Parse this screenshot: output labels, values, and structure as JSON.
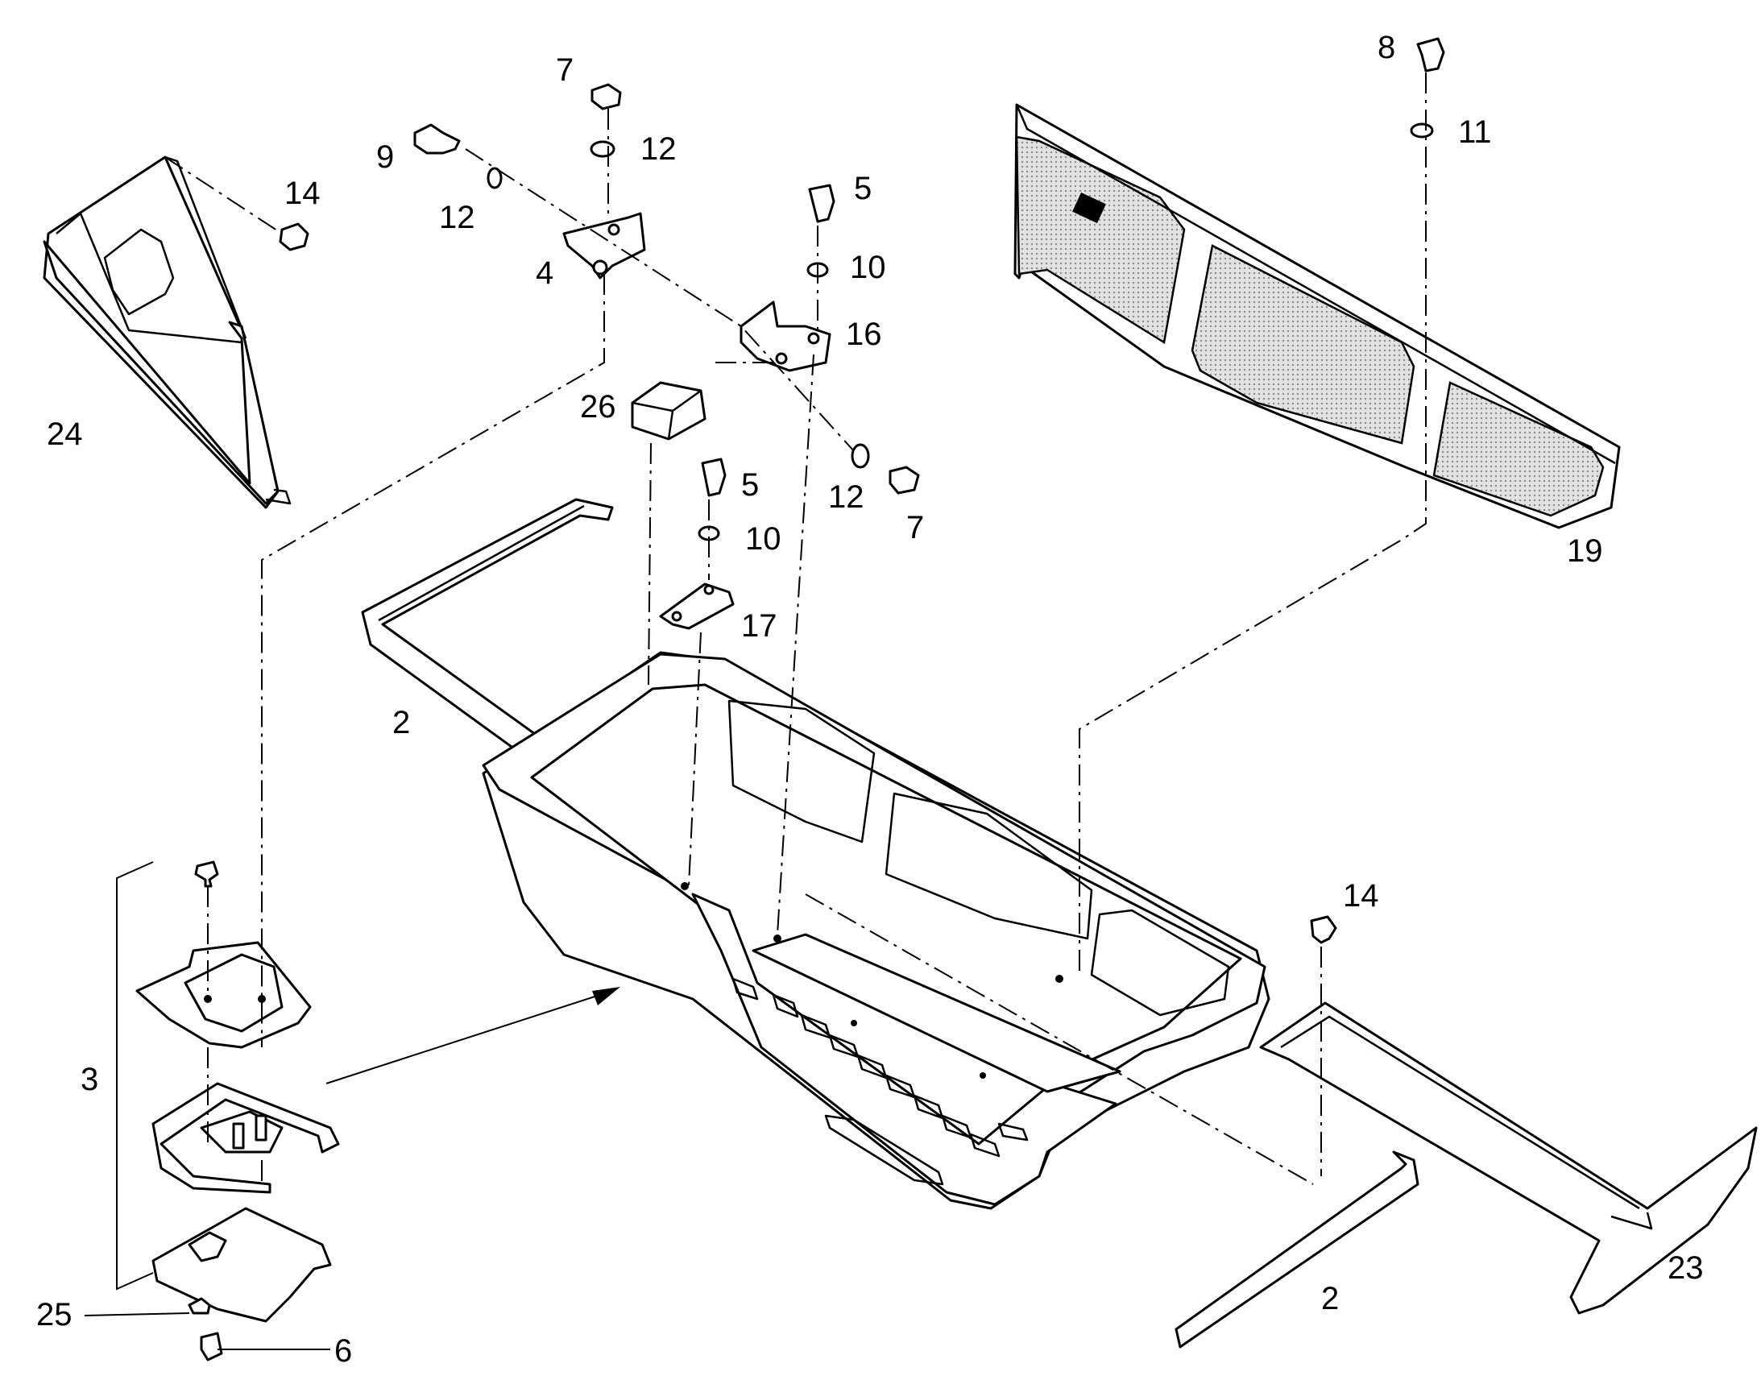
{
  "callouts": {
    "c7_top": "7",
    "c12_top": "12",
    "c9": "9",
    "c12_left": "12",
    "c14_top": "14",
    "c4": "4",
    "c5_top": "5",
    "c10_top": "10",
    "c16": "16",
    "c26": "26",
    "c24": "24",
    "c5_mid": "5",
    "c12_right": "12",
    "c7_right": "7",
    "c10_mid": "10",
    "c17": "17",
    "c8": "8",
    "c11": "11",
    "c19": "19",
    "c2_left": "2",
    "c3": "3",
    "c14_right": "14",
    "c23": "23",
    "c2_bottom": "2",
    "c25": "25",
    "c6": "6"
  },
  "colors": {
    "line": "#000000",
    "background": "#ffffff",
    "mesh": "#cfcfcf"
  }
}
